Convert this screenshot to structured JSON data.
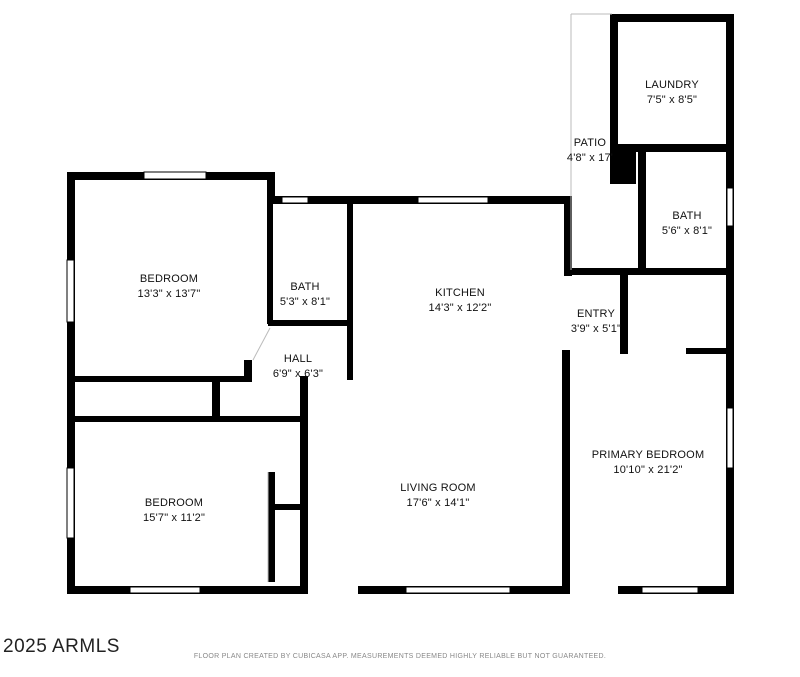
{
  "rooms": {
    "bedroom_1": {
      "name": "BEDROOM",
      "dims": "13'3\" x 13'7\""
    },
    "bath_1": {
      "name": "BATH",
      "dims": "5'3\" x 8'1\""
    },
    "hall": {
      "name": "HALL",
      "dims": "6'9\" x 6'3\""
    },
    "kitchen": {
      "name": "KITCHEN",
      "dims": "14'3\" x 12'2\""
    },
    "patio": {
      "name": "PATIO",
      "dims": "4'8\" x 17'"
    },
    "laundry": {
      "name": "LAUNDRY",
      "dims": "7'5\" x 8'5\""
    },
    "bath_2": {
      "name": "BATH",
      "dims": "5'6\" x 8'1\""
    },
    "entry": {
      "name": "ENTRY",
      "dims": "3'9\" x 5'1\""
    },
    "bedroom_2": {
      "name": "BEDROOM",
      "dims": "15'7\" x 11'2\""
    },
    "living_room": {
      "name": "LIVING ROOM",
      "dims": "17'6\" x 14'1\""
    },
    "primary_bedroom": {
      "name": "PRIMARY BEDROOM",
      "dims": "10'10\" x 21'2\""
    }
  },
  "footer": {
    "copyright": "2025 ARMLS",
    "disclaimer": "FLOOR PLAN CREATED BY CUBICASA APP. MEASUREMENTS DEEMED HIGHLY RELIABLE BUT NOT GUARANTEED."
  }
}
